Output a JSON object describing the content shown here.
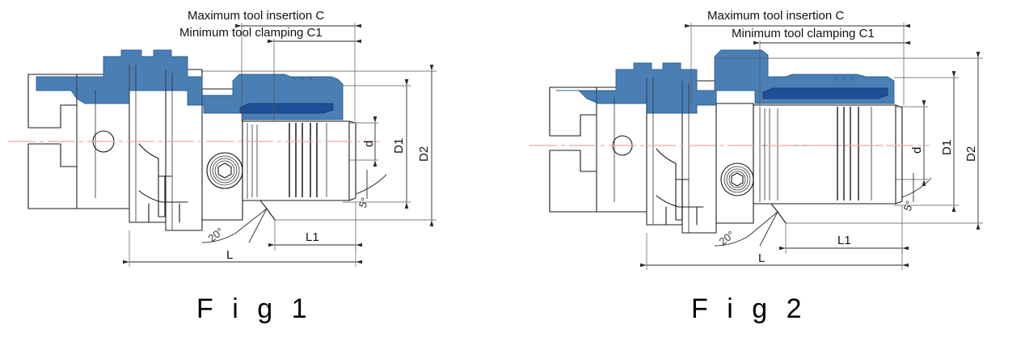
{
  "drawing": {
    "title": "HSK tool holder dimension drawing",
    "background_color": "#ffffff",
    "line_color": "#1a1a1a",
    "accent_blue": "#4a7fb5",
    "accent_blue_dark": "#1f4f96",
    "centerline_color": "#f0a8a8"
  },
  "figures": [
    {
      "id": "fig1",
      "caption": "F i g 1",
      "annotations": {
        "insertion": "Maximum tool insertion C",
        "clamping": "Minimum tool clamping C1",
        "diameter_small": "d",
        "diameter_1": "D1",
        "diameter_2": "D2",
        "length_total": "L",
        "length_1": "L1",
        "angle_front": "5°",
        "angle_rear": "20°"
      }
    },
    {
      "id": "fig2",
      "caption": "F i g 2",
      "annotations": {
        "insertion": "Maximum tool insertion C",
        "clamping": "Minimum tool clamping C1",
        "diameter_small": "d",
        "diameter_1": "D1",
        "diameter_2": "D2",
        "length_total": "L",
        "length_1": "L1",
        "angle_front": "5°",
        "angle_rear": "20°"
      }
    }
  ]
}
